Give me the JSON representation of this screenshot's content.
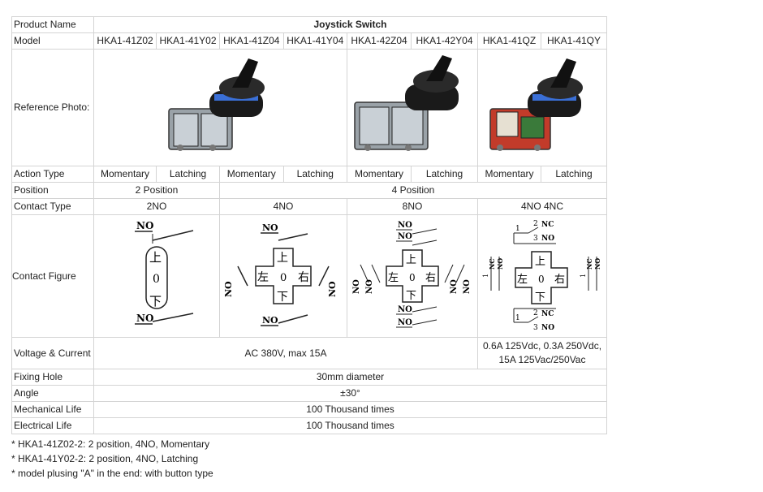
{
  "labels": {
    "product_name": "Product Name",
    "model": "Model",
    "reference_photo": "Reference Photo:",
    "action_type": "Action Type",
    "position": "Position",
    "contact_type": "Contact Type",
    "contact_figure": "Contact Figure",
    "voltage_current": "Voltage & Current",
    "fixing_hole": "Fixing Hole",
    "angle": "Angle",
    "mechanical_life": "Mechanical Life",
    "electrical_life": "Electrical Life"
  },
  "product_name": "Joystick Switch",
  "models": [
    "HKA1-41Z02",
    "HKA1-41Y02",
    "HKA1-41Z04",
    "HKA1-41Y04",
    "HKA1-42Z04",
    "HKA1-42Y04",
    "HKA1-41QZ",
    "HKA1-41QY"
  ],
  "action_types": [
    "Momentary",
    "Latching",
    "Momentary",
    "Latching",
    "Momentary",
    "Latching",
    "Momentary",
    "Latching"
  ],
  "positions": [
    "2 Position",
    "4 Position"
  ],
  "contact_types": [
    "2NO",
    "4NO",
    "8NO",
    "4NO 4NC"
  ],
  "figure_text": {
    "no": "NO",
    "nc": "NC",
    "up": "上",
    "down": "下",
    "left": "左",
    "right": "右",
    "zero": "0",
    "n1": "1",
    "n2": "2",
    "n3": "3"
  },
  "voltage": {
    "main": "AC 380V, max 15A",
    "qz_line1": "0.6A 125Vdc, 0.3A 250Vdc,",
    "qz_line2": "15A 125Vac/250Vac"
  },
  "fixing_hole": "30mm diameter",
  "angle": "±30°",
  "mechanical_life": "100 Thousand times",
  "electrical_life": "100 Thousand times",
  "notes": [
    "* HKA1-41Z02-2:  2 position, 4NO, Momentary",
    "* HKA1-41Y02-2:  2 position, 4NO, Latching",
    "* model plusing \"A\" in the end: with button type"
  ]
}
